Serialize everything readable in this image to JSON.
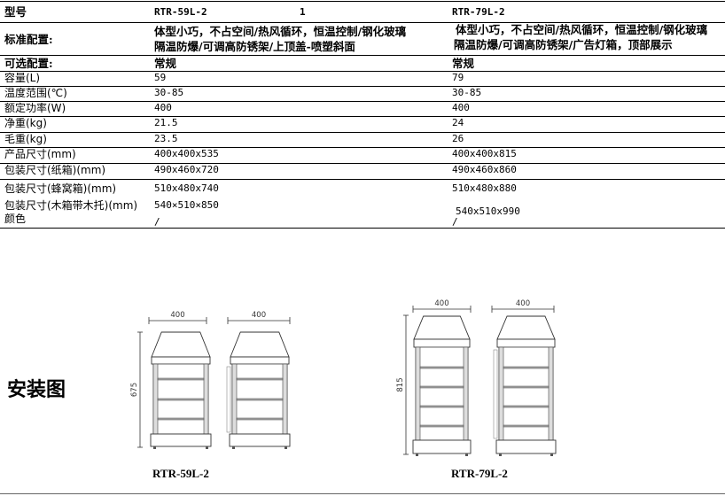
{
  "table": {
    "header": {
      "label": "型号",
      "col1": "RTR-59L-2",
      "mid": "1",
      "col2": "RTR-79L-2"
    },
    "standard": {
      "label": "标准配置:",
      "col1": [
        "体型小巧，不占空间/热风循环，恒温控制/钢化玻璃",
        "隔温防爆/可调高防锈架/上顶盖-喷塑斜面"
      ],
      "col2": [
        "体型小巧，不占空间/热风循环，恒温控制/钢化玻璃",
        "隔温防爆/可调高防锈架/广告灯箱，顶部展示"
      ]
    },
    "optional": {
      "label": "可选配置:",
      "col1": "常规",
      "col2": "常规"
    },
    "rows": [
      {
        "label": "容量(L)",
        "col1": "59",
        "col2": "79"
      },
      {
        "label": "温度范围(℃)",
        "col1": "30-85",
        "col2": "30-85"
      },
      {
        "label": "额定功率(W)",
        "col1": "400",
        "col2": "400"
      },
      {
        "label": "净重(kg)",
        "col1": "21.5",
        "col2": "24"
      },
      {
        "label": "毛重(kg)",
        "col1": "23.5",
        "col2": "26"
      },
      {
        "label": "产品尺寸(mm)",
        "col1": "400x400x535",
        "col2": "400x400x815"
      },
      {
        "label": "包装尺寸(纸箱)(mm)",
        "col1": "490x460x720",
        "col2": "490x460x860"
      },
      {
        "label": "包装尺寸(蜂窝箱)(mm)",
        "col1": "510x480x740",
        "col2": "510x480x880"
      },
      {
        "label": "包装尺寸(木箱带木托)(mm)",
        "col1": "540×510×850",
        "col2": "540x510x990"
      },
      {
        "label": "颜色",
        "col1": "/",
        "col2": "/"
      }
    ]
  },
  "install": {
    "title": "安装图",
    "models": [
      {
        "caption": "RTR-59L-2",
        "width_front": "400",
        "width_side": "400",
        "height": "675"
      },
      {
        "caption": "RTR-79L-2",
        "width_front": "400",
        "width_side": "400",
        "height": "815"
      }
    ]
  }
}
